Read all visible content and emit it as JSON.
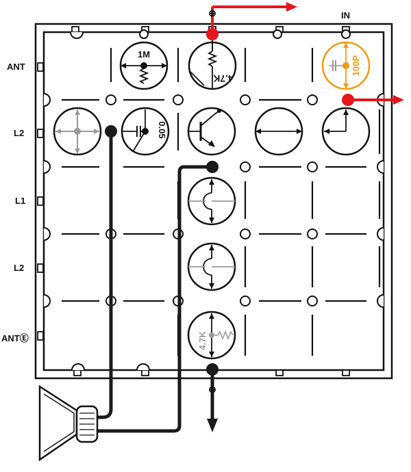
{
  "labels": {
    "in": "IN",
    "ant_top": "ANT",
    "l2_top": "L2",
    "l1": "L1",
    "l2_bottom": "L2",
    "ant_e": "ANTⒺ"
  },
  "components": {
    "resistor_1m": "1M",
    "resistor_4k7_top": "4.7K",
    "capacitor_005": "0.05",
    "capacitor_100p": "100P",
    "resistor_4k7_bottom": "4.7K"
  },
  "polarity": {
    "positive": "⊕",
    "negative": "⊖"
  },
  "colors": {
    "board_line": "#111111",
    "wire": "#1a1a1a",
    "signal_arrow": "#e8141c",
    "highlight_component": "#f39a0f",
    "ghost_component": "#9a9a9a"
  }
}
